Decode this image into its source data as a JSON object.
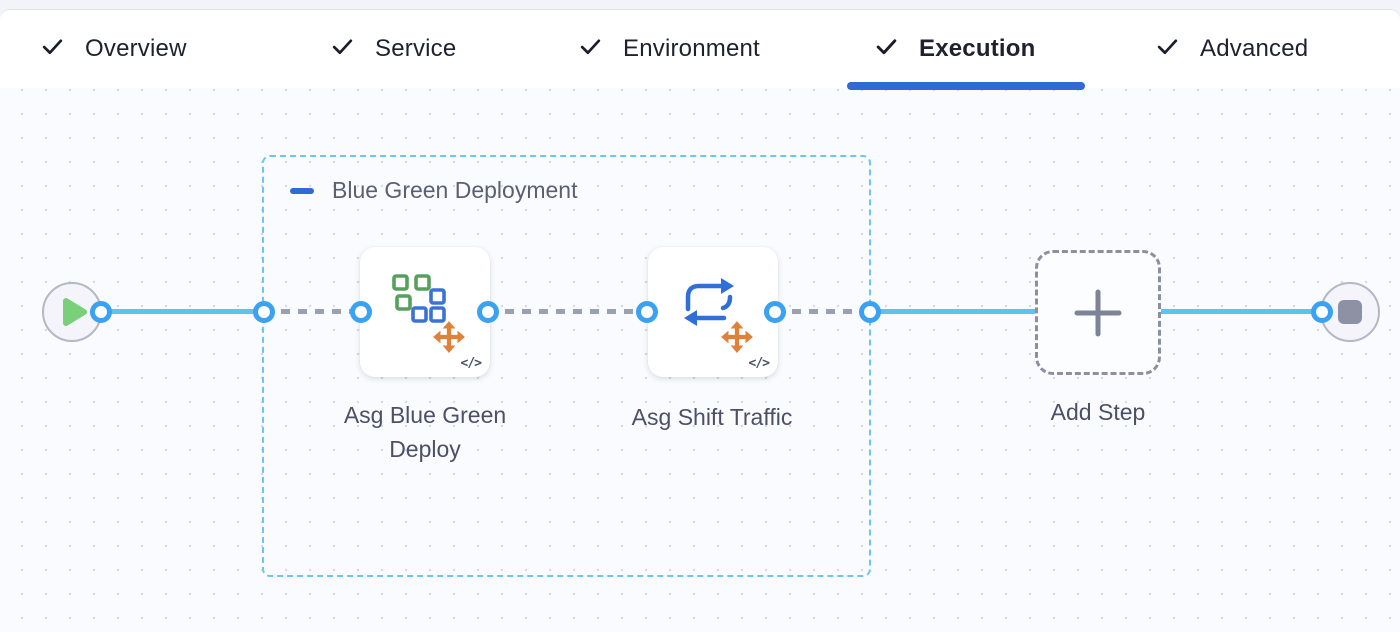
{
  "tabs": [
    {
      "label": "Overview",
      "checked": true,
      "active": false
    },
    {
      "label": "Service",
      "checked": true,
      "active": false
    },
    {
      "label": "Environment",
      "checked": true,
      "active": false
    },
    {
      "label": "Execution",
      "checked": true,
      "active": true
    },
    {
      "label": "Advanced",
      "checked": true,
      "active": false
    }
  ],
  "pipeline": {
    "group": {
      "label": "Blue Green Deployment",
      "collapse_icon": "minus-icon"
    },
    "steps": [
      {
        "label": "Asg Blue Green Deploy",
        "icon": "asg-blue-green-deploy-icon",
        "code_badge": "</>"
      },
      {
        "label": "Asg Shift Traffic",
        "icon": "asg-shift-traffic-icon",
        "code_badge": "</>"
      }
    ],
    "add_step": {
      "label": "Add Step",
      "icon": "plus-icon"
    },
    "start_node": {
      "icon": "play-icon"
    },
    "end_node": {
      "icon": "stop-icon"
    }
  },
  "colors": {
    "accent_blue": "#2f6bd3",
    "group_border": "#6bc8ec",
    "connector_solid": "#5cc3f1",
    "connector_dashed": "#9aa0af",
    "port_ring": "#3aa2f1",
    "asg_green": "#55a05c",
    "asg_blue": "#3c72d8",
    "move_orange": "#e0813a",
    "play_green": "#7ad078",
    "stop_gray": "#8c91a4"
  }
}
